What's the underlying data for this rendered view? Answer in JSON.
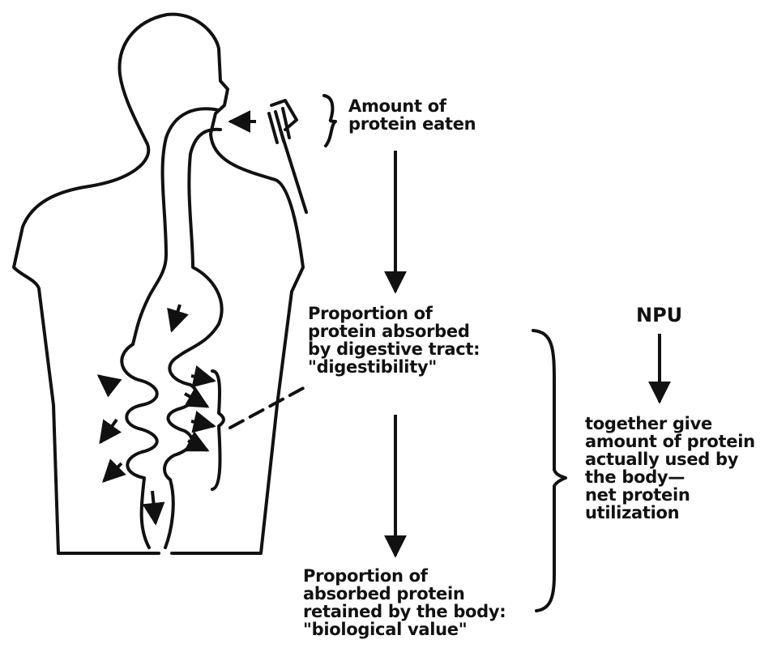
{
  "labels": {
    "amount_eaten": [
      "Amount of",
      "protein eaten"
    ],
    "digestibility": [
      "Proportion of",
      "protein absorbed",
      "by digestive tract:",
      "\"digestibility\""
    ],
    "biological_value": [
      "Proportion of",
      "absorbed protein",
      "retained by the body:",
      "\"biological value\""
    ],
    "npu_title": "NPU",
    "npu_desc": [
      "together give",
      "amount of protein",
      "actually used by",
      "the body—",
      "net protein",
      "utilization"
    ]
  }
}
